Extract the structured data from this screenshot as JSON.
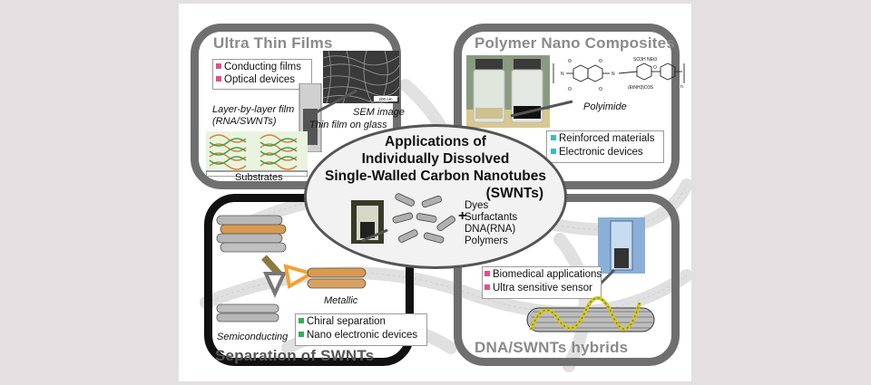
{
  "colors": {
    "panel_border": "#6f6f6f",
    "title_gray": "#8a8a8a",
    "pink_bullet": "#e0508a",
    "cyan_bullet": "#40b8c8",
    "green_bullet": "#30b050",
    "orange_arrow": "#f5a030"
  },
  "center": {
    "title_lines": [
      "Applications of",
      "Individually Dissolved",
      "Single-Walled Carbon Nanotubes",
      "(SWNTs)"
    ],
    "plus": "+",
    "agents": [
      "Dyes",
      "Surfactants",
      "DNA(RNA)",
      "Polymers"
    ]
  },
  "panels": {
    "thin_films": {
      "title": "Ultra Thin Films",
      "bullets": [
        "Conducting films",
        "Optical devices"
      ],
      "layer_label": [
        "Layer-by-layer film",
        "(RNA/SWNTs)"
      ],
      "substrates_label": "Substrates",
      "sem_label": "SEM image",
      "glass_label": "Thin film on glass",
      "scale_bar": "200 nm"
    },
    "polymer": {
      "title": "Polymer Nano Composites",
      "polymer_label": "Polyimide",
      "bullets": [
        "Reinforced materials",
        "Electronic devices"
      ],
      "chem": {
        "so3h": "SO3H NEt3",
        "nh3": "(EtNH3)O3S",
        "n": "n",
        "o": "O",
        "n_atom": "N"
      }
    },
    "separation": {
      "title": "Separation of SWNTs",
      "metallic_label": "Metallic",
      "semiconducting_label": "Semiconducting",
      "bullets": [
        "Chiral separation",
        "Nano electronic devices"
      ]
    },
    "dna": {
      "title": "DNA/SWNTs hybrids",
      "bullets": [
        "Biomedical applications",
        "Ultra sensitive sensor"
      ]
    }
  }
}
